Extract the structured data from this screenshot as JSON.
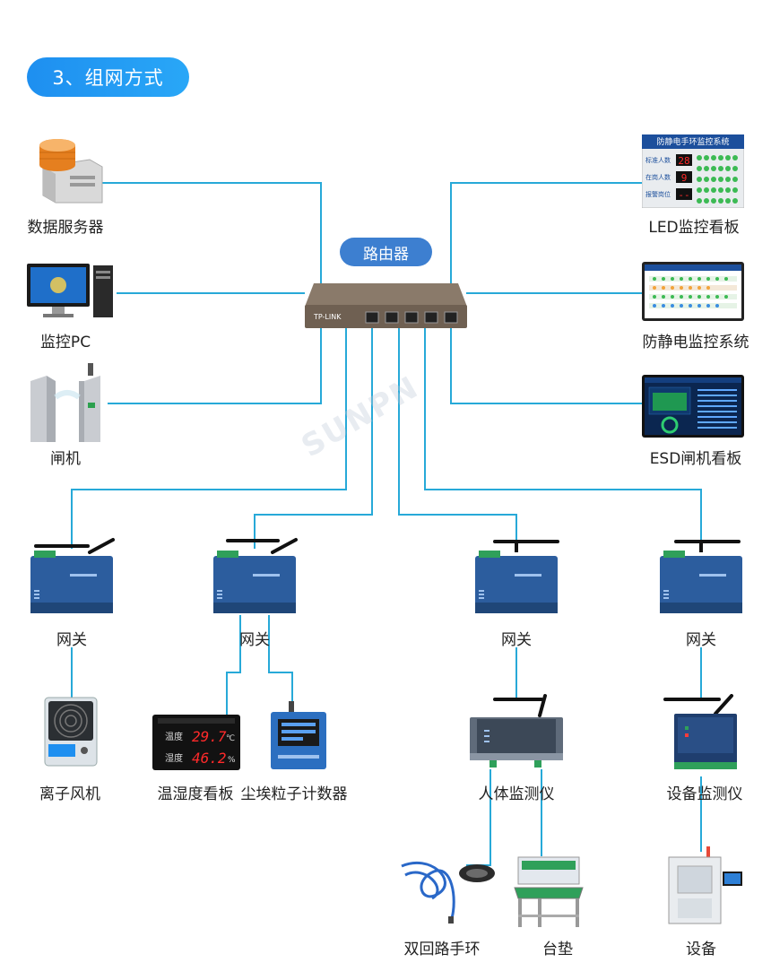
{
  "section_title": "3、组网方式",
  "router": {
    "label": "路由器",
    "brand": "TP-LINK"
  },
  "left_devices": [
    {
      "label": "数据服务器",
      "icon": "server-icon"
    },
    {
      "label": "监控PC",
      "icon": "desktop-pc-icon"
    },
    {
      "label": "闸机",
      "icon": "turnstile-gate-icon"
    }
  ],
  "right_devices": [
    {
      "label": "LED监控看板",
      "icon": "led-board-icon",
      "board_title": "防静电手环监控系统",
      "rows": [
        {
          "name": "标准人数",
          "value": "28"
        },
        {
          "name": "在岗人数",
          "value": "9"
        },
        {
          "name": "报警岗位",
          "value": "--"
        }
      ]
    },
    {
      "label": "防静电监控系统",
      "icon": "monitor-system-icon"
    },
    {
      "label": "ESD闸机看板",
      "icon": "esd-board-icon"
    }
  ],
  "gateways": [
    {
      "label": "网关"
    },
    {
      "label": "网关"
    },
    {
      "label": "网关"
    },
    {
      "label": "网关"
    }
  ],
  "level2": [
    {
      "label": "离子风机",
      "icon": "ion-fan-icon"
    },
    {
      "label": "温湿度看板",
      "icon": "temp-humidity-board-icon",
      "row1_name": "温度",
      "row1_value": "29.7",
      "row1_unit": "℃",
      "row2_name": "湿度",
      "row2_value": "46.2",
      "row2_unit": "%"
    },
    {
      "label": "尘埃粒子计数器",
      "icon": "particle-counter-icon"
    },
    {
      "label": "人体监测仪",
      "icon": "body-monitor-icon"
    },
    {
      "label": "设备监测仪",
      "icon": "device-monitor-icon"
    }
  ],
  "level3": [
    {
      "label": "双回路手环",
      "icon": "wrist-strap-icon"
    },
    {
      "label": "台垫",
      "icon": "bench-mat-icon"
    },
    {
      "label": "设备",
      "icon": "equipment-icon"
    }
  ],
  "colors": {
    "line": "#27a9d8",
    "accent": "#1e8ff0",
    "router_pill": "#3d7fd0",
    "gateway_body": "#2c5d9e"
  }
}
